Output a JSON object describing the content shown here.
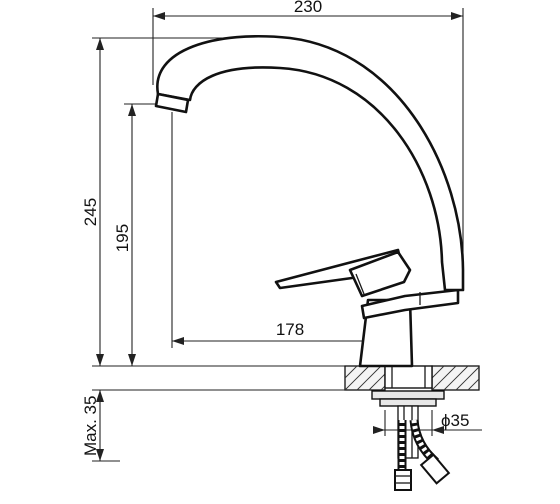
{
  "dimensions": {
    "overall_width": "230",
    "overall_height": "245",
    "spout_height": "195",
    "spout_reach": "178",
    "diameter": "ϕ35",
    "max_thickness": "Max. 35"
  }
}
